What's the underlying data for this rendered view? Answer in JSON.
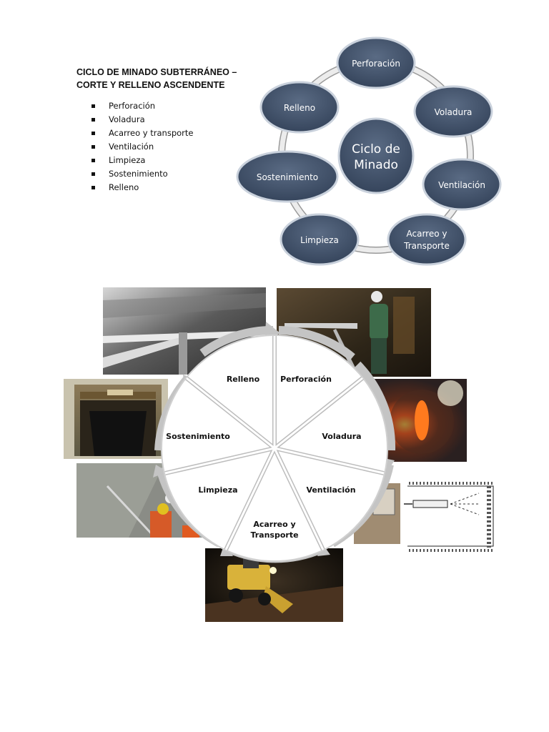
{
  "heading": {
    "line1": "CICLO DE MINADO SUBTERRÁNEO –",
    "line2": "CORTE Y RELLENO ASCENDENTE"
  },
  "bullets": [
    "Perforación",
    "Voladura",
    "Acarreo y transporte",
    "Ventilación",
    "Limpieza",
    "Sostenimiento",
    "Relleno"
  ],
  "top_cycle": {
    "center_line1": "Ciclo de",
    "center_line2": "Minado",
    "nodes": [
      {
        "line1": "Perforación",
        "line2": ""
      },
      {
        "line1": "Voladura",
        "line2": ""
      },
      {
        "line1": "Ventilación",
        "line2": ""
      },
      {
        "line1": "Acarreo y",
        "line2": "Transporte"
      },
      {
        "line1": "Limpieza",
        "line2": ""
      },
      {
        "line1": "Sostenimiento",
        "line2": ""
      },
      {
        "line1": "Relleno",
        "line2": ""
      }
    ],
    "colors": {
      "node_fill": "#3f4f66",
      "node_stroke": "#c9d1dc",
      "ring": "#c7c7c7"
    }
  },
  "bottom_cycle": {
    "segments": [
      {
        "line1": "Relleno",
        "line2": ""
      },
      {
        "line1": "Perforación",
        "line2": ""
      },
      {
        "line1": "Voladura",
        "line2": ""
      },
      {
        "line1": "Ventilación",
        "line2": ""
      },
      {
        "line1": "Acarreo y",
        "line2": "Transporte"
      },
      {
        "line1": "Limpieza",
        "line2": ""
      },
      {
        "line1": "Sostenimiento",
        "line2": ""
      }
    ],
    "photos": [
      {
        "name": "photo-relleno-icon"
      },
      {
        "name": "photo-perforacion-icon"
      },
      {
        "name": "photo-voladura-icon"
      },
      {
        "name": "photo-ventilacion-icon"
      },
      {
        "name": "photo-acarreo-icon"
      },
      {
        "name": "photo-limpieza-icon"
      },
      {
        "name": "photo-sostenimiento-icon"
      }
    ],
    "colors": {
      "arrow": "#c4c4c4",
      "wheel": "#ffffff",
      "divider": "#bdbdbd"
    }
  }
}
